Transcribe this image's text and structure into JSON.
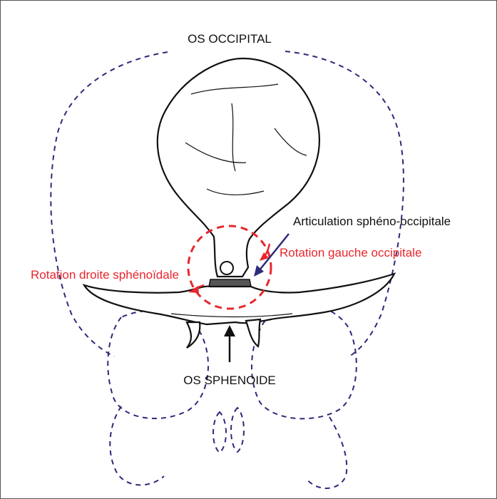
{
  "labels": {
    "occipital": "OS OCCIPITAL",
    "sphenoid": "OS SPHENOIDE",
    "articulation": "Articulation sphéno-occipitale",
    "rotation_left": "Rotation gauche occipitale",
    "rotation_right": "Rotation droite sphénoïdale"
  },
  "colors": {
    "outline_dashed": "#2e2a7a",
    "highlight_red": "#e8262c",
    "arrow_navy": "#2e2a7a",
    "ink": "#111111"
  },
  "icons": {
    "skull_outline": "dashed-skull-outline-icon",
    "bone": "occipital-sphenoid-bone-drawing",
    "joint_circle": "dashed-red-circle-icon"
  }
}
